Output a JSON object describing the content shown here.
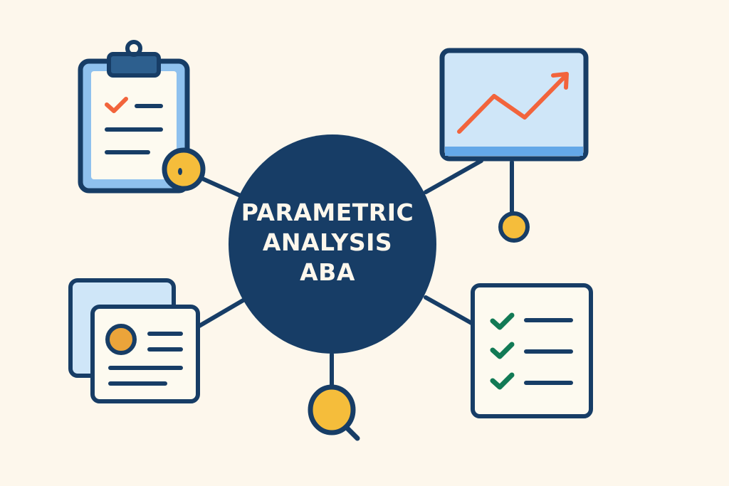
{
  "diagram": {
    "title_lines": [
      "PARAMETRIC",
      "ANALYSIS",
      "ABA"
    ],
    "colors": {
      "background": "#fdf7ec",
      "navy": "#173d66",
      "light_blue": "#cfe6f8",
      "mid_blue": "#64a8e8",
      "yellow": "#f5bd3b",
      "orange_dot": "#eba43a",
      "red_accent": "#f2643c",
      "green_check": "#127a55",
      "paper": "#fdfaf0"
    },
    "nodes": [
      {
        "id": "clipboard-checklist",
        "icon": "clipboard-icon",
        "position": "top-left",
        "connector": "yellow-circle"
      },
      {
        "id": "trend-chart",
        "icon": "line-chart-up-icon",
        "position": "top-right",
        "connector": "yellow-circle-pendant"
      },
      {
        "id": "profile-cards",
        "icon": "profile-card-icon",
        "position": "bottom-left",
        "connector": "line"
      },
      {
        "id": "search",
        "icon": "magnifier-icon",
        "position": "bottom-center",
        "connector": "pendant"
      },
      {
        "id": "checklist",
        "icon": "checklist-icon",
        "position": "bottom-right",
        "connector": "line"
      }
    ]
  }
}
